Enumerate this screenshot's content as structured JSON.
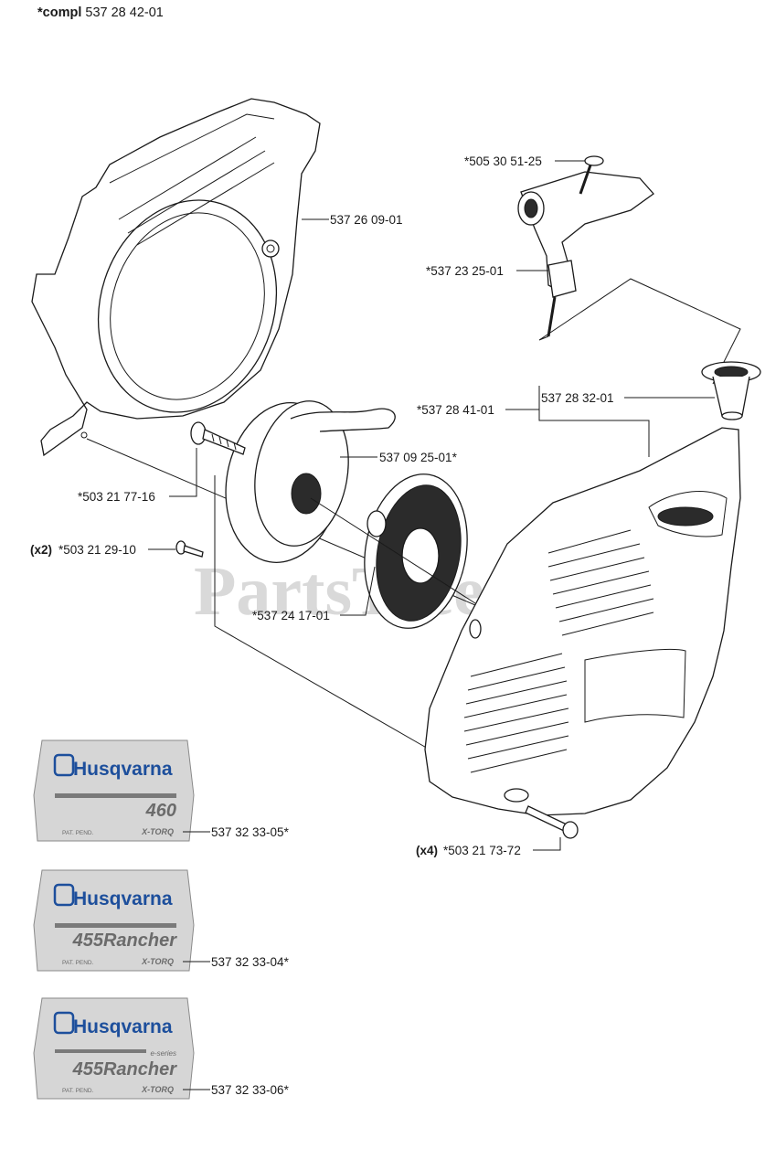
{
  "header": {
    "compl_label": "*compl",
    "compl_number": "537 28 42-01"
  },
  "watermark": "PartsTree",
  "callouts": {
    "cover_housing": "537 26 09-01",
    "handle_pin": "*505 30 51-25",
    "starter_handle": "*537 23 25-01",
    "rope_guide": "537 28 32-01",
    "starter_assembly": "*537 28 41-01",
    "pulley": "537 09 25-01*",
    "screw_pulley": "*503 21 77-16",
    "screw_x2_qty": "(x2)",
    "screw_x2": "*503 21 29-10",
    "spring_cassette": "*537 24 17-01",
    "screw_x4_qty": "(x4)",
    "screw_x4": "*503 21 73-72"
  },
  "decals": [
    {
      "brand": "Husqvarna",
      "series": "",
      "model": "460",
      "patent": "PAT. PEND.",
      "xtorq": "X-TORQ",
      "part": "537 32 33-05*"
    },
    {
      "brand": "Husqvarna",
      "series": "",
      "model": "455Rancher",
      "patent": "PAT. PEND.",
      "xtorq": "X-TORQ",
      "part": "537 32 33-04*"
    },
    {
      "brand": "Husqvarna",
      "series": "e-series",
      "model": "455Rancher",
      "patent": "PAT. PEND.",
      "xtorq": "X-TORQ",
      "part": "537 32 33-06*"
    }
  ],
  "colors": {
    "brand_blue": "#1d4f9c",
    "decal_fill": "#d6d6d6",
    "decal_bar": "#7a7a7a"
  }
}
